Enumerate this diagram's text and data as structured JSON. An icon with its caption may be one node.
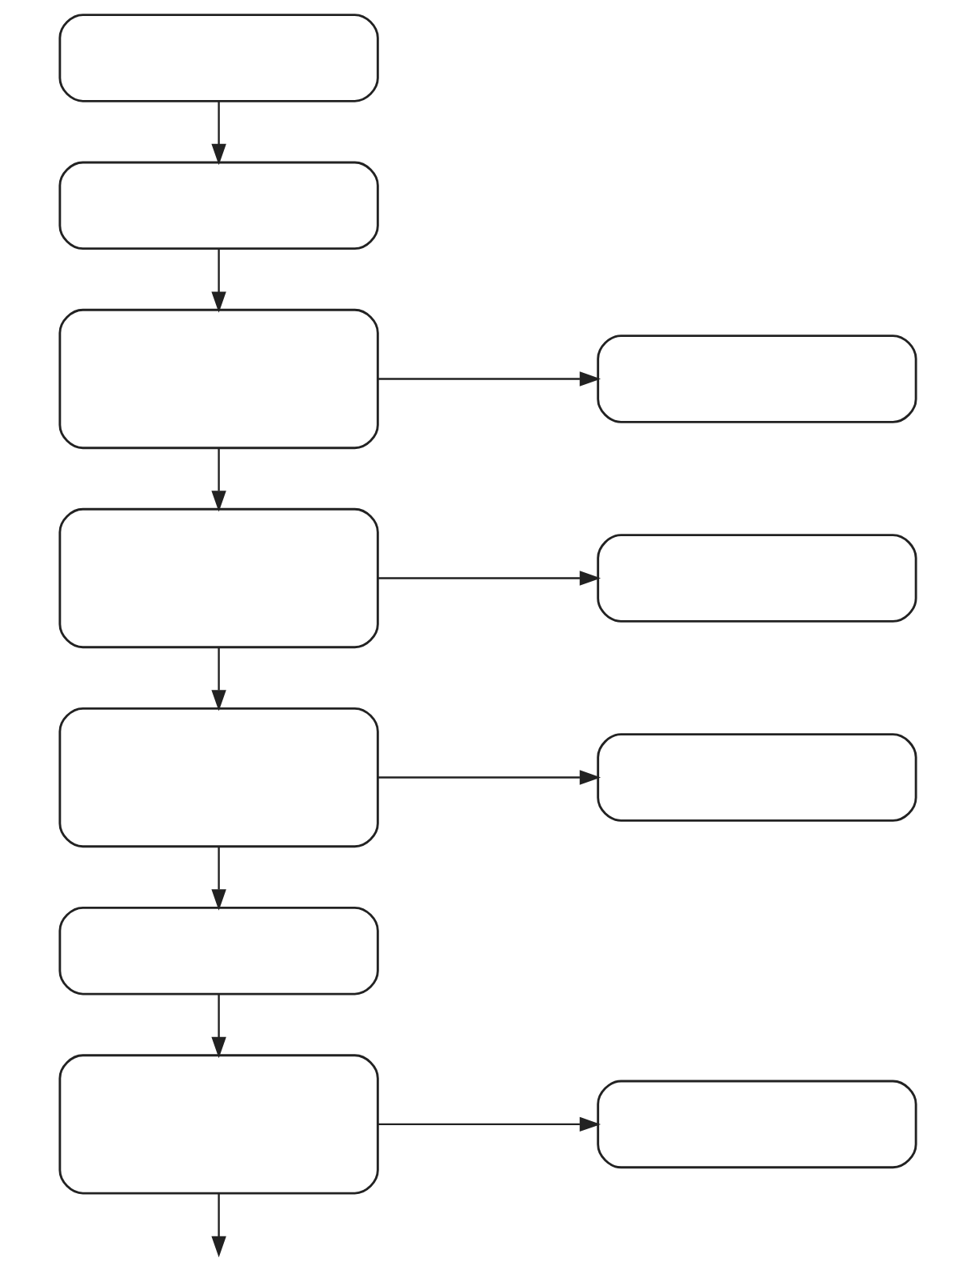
{
  "diagram": {
    "nodes": [
      {
        "text": [],
        "shape": "box"
      },
      {
        "text": [],
        "shape": "box"
      },
      {
        "text": [],
        "shape": "box"
      },
      {
        "text": [],
        "shape": "box"
      },
      {
        "text": [],
        "shape": "box"
      },
      {
        "text": [],
        "shape": "box"
      },
      {
        "text": [],
        "shape": "box"
      },
      {
        "text": [],
        "shape": "box"
      },
      {
        "text": [],
        "shape": "box"
      },
      {
        "text": [],
        "shape": "box"
      },
      {
        "text": [],
        "shape": "box"
      }
    ],
    "edges": [
      {
        "from": 0,
        "to": 1,
        "arrow": "to"
      },
      {
        "from": 1,
        "to": 2,
        "arrow": "to"
      },
      {
        "from": 2,
        "to": 3,
        "arrow": "to"
      },
      {
        "from": 2,
        "to": 4,
        "arrow": "to"
      },
      {
        "from": 4,
        "to": 5,
        "arrow": "to"
      },
      {
        "from": 4,
        "to": 6,
        "arrow": "to"
      },
      {
        "from": 6,
        "to": 7,
        "arrow": "to"
      },
      {
        "from": 6,
        "to": 8,
        "arrow": "to"
      },
      {
        "from": 8,
        "to": 9,
        "arrow": "to"
      },
      {
        "from": 9,
        "to": 10,
        "arrow": "to"
      },
      {
        "from": 9,
        "to": null,
        "arrow": "to"
      }
    ]
  }
}
